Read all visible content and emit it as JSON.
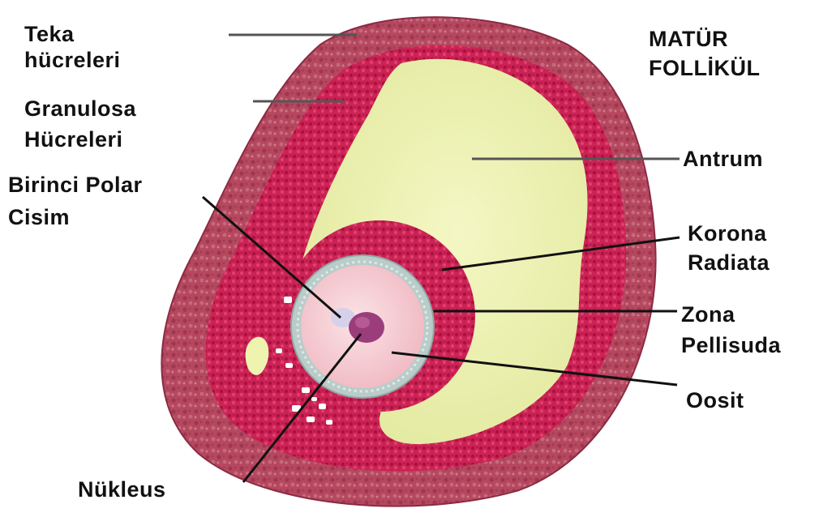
{
  "title": {
    "line1": "MATÜR",
    "line2": "FOLLİKÜL"
  },
  "labels": {
    "teka": {
      "line1": "Teka",
      "line2": "hücreleri"
    },
    "granulosa": {
      "line1": "Granulosa",
      "line2": "Hücreleri"
    },
    "polar": {
      "line1": "Birinci Polar",
      "line2": "Cisim"
    },
    "nukleus": "Nükleus",
    "antrum": "Antrum",
    "korona": {
      "line1": "Korona",
      "line2": "Radiata"
    },
    "zona": {
      "line1": "Zona",
      "line2": "Pellisuda"
    },
    "oosit": "Oosit"
  },
  "colors": {
    "theca": "#b5485f",
    "granulosa": "#c81f50",
    "antrum": "#eef3b0",
    "zona": "#b9ccc9",
    "oocyte": "#f6c9cf",
    "nucleus": "#9a3d7a",
    "leader": "#111111"
  }
}
